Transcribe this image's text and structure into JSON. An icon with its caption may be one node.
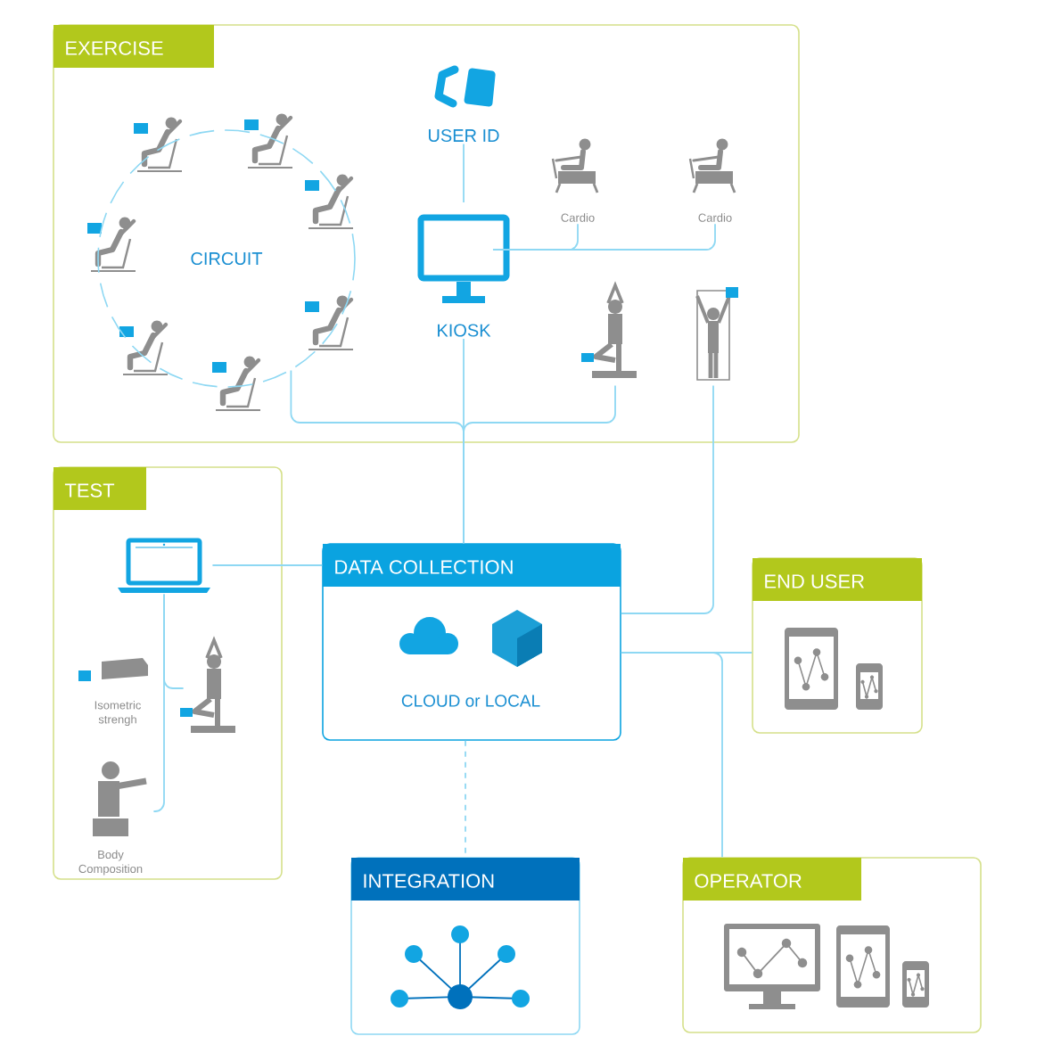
{
  "diagram": {
    "nodes": [
      {
        "text": [
          "EXERCISE"
        ]
      },
      {
        "text": [
          "CIRCUIT"
        ],
        "in": 0
      },
      {
        "text": [
          "USER ID"
        ],
        "in": 0
      },
      {
        "text": [
          "KIOSK"
        ],
        "in": 0
      },
      {
        "text": [
          "Cardio"
        ],
        "in": 0
      },
      {
        "text": [
          "Cardio"
        ],
        "in": 0
      },
      {
        "text": [],
        "shape": "picture",
        "in": 0
      },
      {
        "text": [],
        "shape": "picture",
        "in": 0
      },
      {
        "text": [
          "TEST"
        ]
      },
      {
        "text": [],
        "shape": "picture",
        "in": 8
      },
      {
        "text": [],
        "shape": "picture",
        "in": 8
      },
      {
        "text": [
          "Body Composition"
        ],
        "in": 8
      },
      {
        "text": [
          "DATA COLLECTION",
          "CLOUD or LOCAL"
        ]
      },
      {
        "text": [
          "END USER"
        ]
      },
      {
        "text": [
          "INTEGRATION"
        ]
      },
      {
        "text": [
          "OPERATOR"
        ]
      }
    ],
    "edges": [
      {
        "from": 2,
        "to": 3,
        "arrow": "none"
      },
      {
        "from": 4,
        "to": 3,
        "arrow": "none"
      },
      {
        "from": 5,
        "to": 3,
        "arrow": "none"
      },
      {
        "from": 3,
        "to": 12,
        "arrow": "none"
      },
      {
        "from": 1,
        "to": 12,
        "arrow": "none"
      },
      {
        "from": 6,
        "to": 12,
        "arrow": "none"
      },
      {
        "from": 7,
        "to": 12,
        "arrow": "none"
      },
      {
        "from": 9,
        "to": 12,
        "arrow": "none"
      },
      {
        "from": 10,
        "to": 9,
        "arrow": "none"
      },
      {
        "from": 11,
        "to": 9,
        "arrow": "none"
      },
      {
        "from": 12,
        "to": 13,
        "arrow": "none"
      },
      {
        "from": 12,
        "to": 15,
        "arrow": "none"
      },
      {
        "from": 12,
        "to": 14,
        "arrow": "none",
        "style": "dashed"
      }
    ],
    "labels": [
      "Isometric strengh"
    ]
  }
}
